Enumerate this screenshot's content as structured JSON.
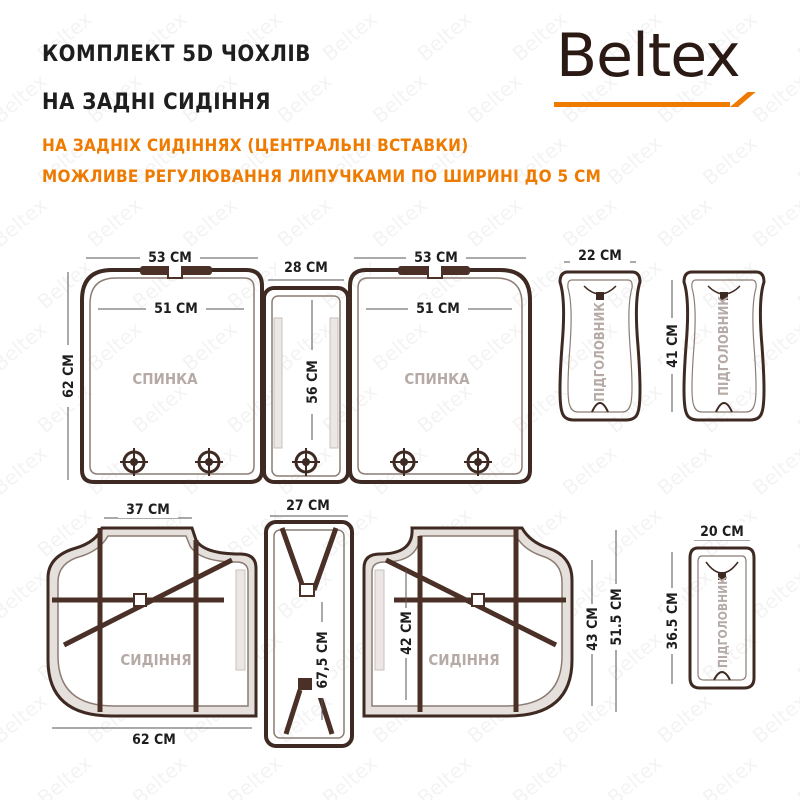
{
  "brand": {
    "logo_text": "Beltex",
    "watermark_text": "Beltex"
  },
  "header": {
    "title_line1": "КОМПЛЕКТ 5D ЧОХЛІВ",
    "title_line2": "НА ЗАДНІ СИДІННЯ",
    "note_line1": "НА ЗАДНІХ СИДІННЯХ (ЦЕНТРАЛЬНІ ВСТАВКИ)",
    "note_line2": "МОЖЛИВЕ РЕГУЛЮВАННЯ ЛИПУЧКАМИ ПО ШИРИНІ ДО 5 СМ"
  },
  "pieces": {
    "backrest_left": {
      "label": "СПИНКА",
      "width_outer": "53 СМ",
      "width_inner": "51 СМ",
      "height": "62 СМ"
    },
    "backrest_center": {
      "width": "28 СМ",
      "height": "56 СМ"
    },
    "backrest_right": {
      "label": "СПИНКА",
      "width_outer": "53 СМ",
      "width_inner": "51 СМ"
    },
    "headrest_1": {
      "label": "ПІДГОЛОВНИК",
      "width": "22 СМ",
      "height": "41 СМ"
    },
    "headrest_2": {
      "label": "ПІДГОЛОВНИК"
    },
    "headrest_3": {
      "label": "ПІДГОЛОВНИК",
      "width": "20 СМ",
      "height": "36.5 СМ"
    },
    "seat_left": {
      "label": "СИДІННЯ",
      "width_top": "37 СМ",
      "width_bottom": "62 СМ"
    },
    "seat_center": {
      "width": "27 СМ",
      "height": "67,5 СМ"
    },
    "seat_right": {
      "label": "СИДІННЯ",
      "height_inner": "42 СМ",
      "height_mid": "43 СМ",
      "height_outer": "51.5 СМ"
    }
  },
  "colors": {
    "outline": "#3e2a22",
    "outline_light": "#8c7c74",
    "accent": "#ee7a00",
    "strap": "#4a3026",
    "text": "#1e1e1e",
    "label": "#b5aaa6"
  }
}
